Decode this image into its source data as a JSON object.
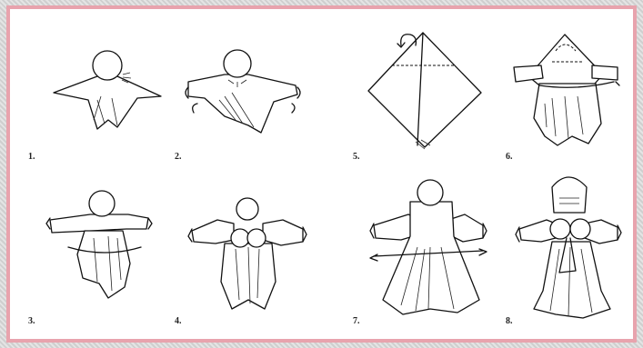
{
  "steps": [
    {
      "label": "1.",
      "icon": "step-1-head-cloth"
    },
    {
      "label": "2.",
      "icon": "step-2-tied-cloth"
    },
    {
      "label": "5.",
      "icon": "step-5-folded-square"
    },
    {
      "label": "6.",
      "icon": "step-6-headscarf"
    },
    {
      "label": "3.",
      "icon": "step-3-arms"
    },
    {
      "label": "4.",
      "icon": "step-4-body"
    },
    {
      "label": "7.",
      "icon": "step-7-skirt"
    },
    {
      "label": "8.",
      "icon": "step-8-finished-doll"
    }
  ],
  "colors": {
    "border": "#e8a3ad",
    "background": "#ffffff",
    "ink": "#111111"
  }
}
